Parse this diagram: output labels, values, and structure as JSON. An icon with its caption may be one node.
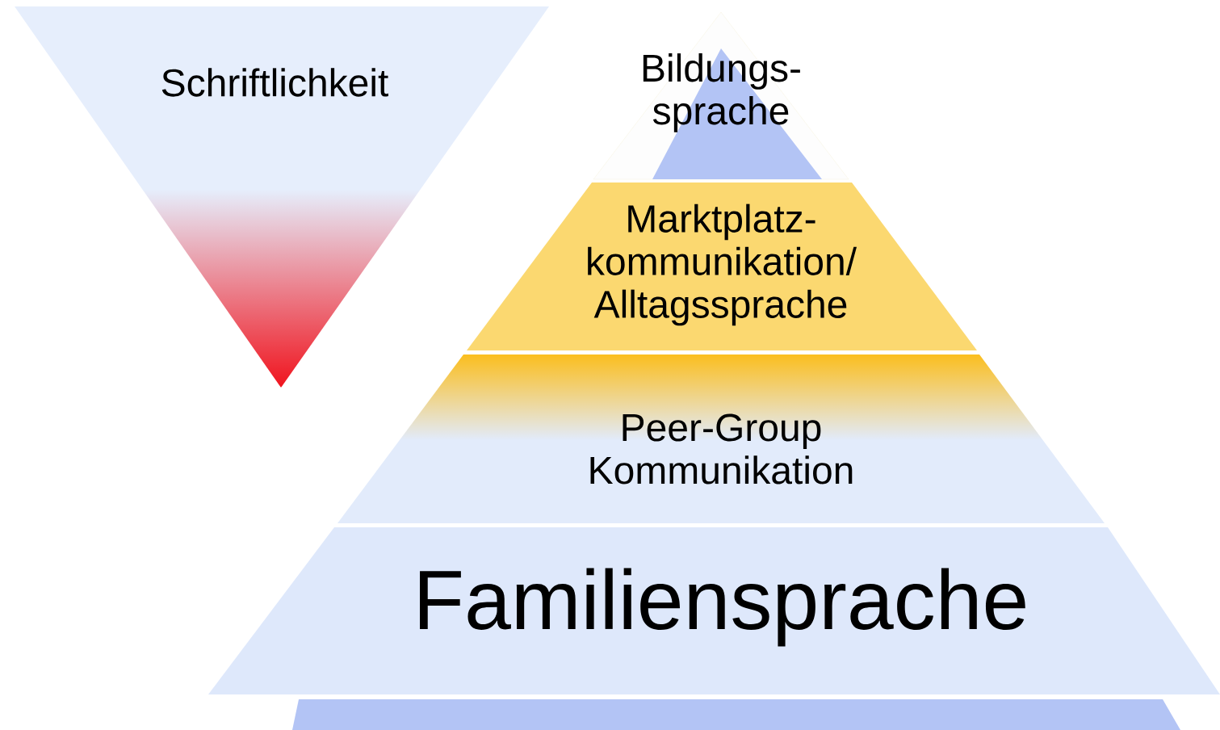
{
  "diagram": {
    "nodes": [
      {
        "text": [
          "Schriftlichkeit"
        ]
      },
      {
        "text": [
          "Bildungs- sprache"
        ]
      },
      {
        "text": [
          "Marktplatz- kommunikation/ Alltagssprache"
        ]
      },
      {
        "text": [
          "Peer-Group Kommunikation"
        ]
      },
      {
        "text": [
          "Familiensprache"
        ]
      },
      {
        "text": [],
        "shape": "bar"
      }
    ]
  }
}
